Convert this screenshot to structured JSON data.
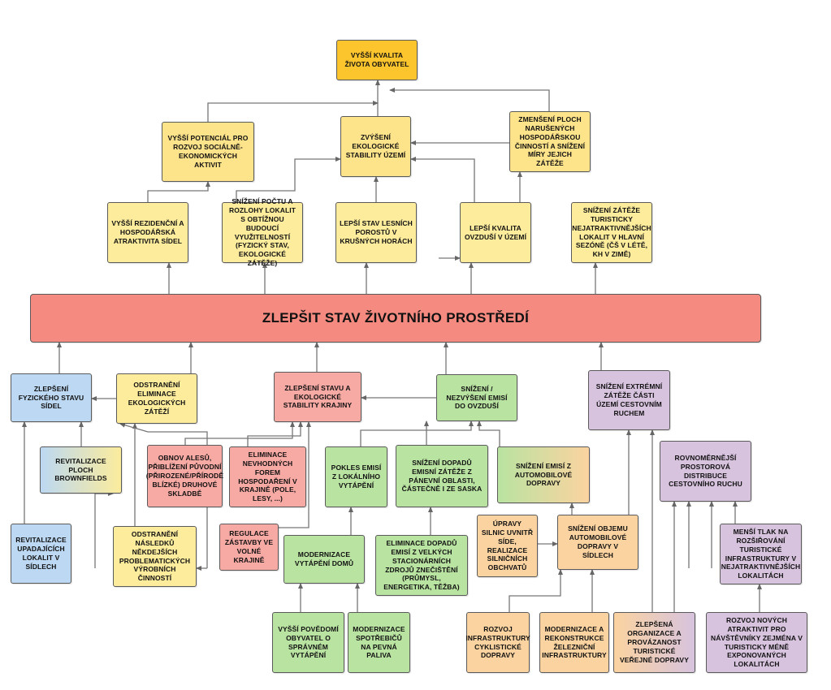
{
  "colors": {
    "top": "#fcc42d",
    "orange_light": "#fde38a",
    "yellow": "#fcec9c",
    "main": "#f58b80",
    "blue": "#bcd8f2",
    "pink": "#f7a9a4",
    "green": "#b9e3a1",
    "purple": "#d7c3de",
    "peach": "#fbd3a0",
    "line": "#666666"
  },
  "boxes": {
    "top_quality": "VYŠŠÍ KVALITA ŽIVOTA OBYVATEL",
    "potential": "VYŠŠÍ POTENCIÁL PRO ROZVOJ SOCIÁLNĚ-EKONOMICKÝCH AKTIVIT",
    "eco_stability": "ZVÝŠENÍ EKOLOGICKÉ STABILITY ÚZEMÍ",
    "reduce_areas": "ZMENŠENÍ PLOCH NARUŠENÝCH HOSPODÁŘSKOU ČINNOSTÍ A SNÍŽENÍ MÍRY JEJICH ZÁTĚŽE",
    "residential": "VYŠŠÍ REZIDENČNÍ A HOSPODÁŘSKÁ ATRAKTIVITA SÍDEL",
    "reduce_sites": "SNÍŽENÍ POČTU A ROZLOHY LOKALIT S OBTÍŽNOU BUDOUCÍ VYUŽITELNOSTÍ (FYZICKÝ STAV, EKOLOGICKÉ ZÁTĚŽE)",
    "forest": "LEPŠÍ STAV LESNÍCH POROSTŮ V KRUŠNÝCH  HORÁCH",
    "air": "LEPŠÍ KVALITA OVZDUŠÍ V ÚZEMÍ",
    "tourist_load": "SNÍŽENÍ ZÁTĚŽE TURISTICKY NEJATRAKTIVNĚJŠÍCH LOKALIT V HLAVNÍ SEZÓNĚ (ČŠ V LÉTĚ, KH V ZIMĚ)",
    "main": "ZLEPŠIT STAV ŽIVOTNÍHO PROSTŘEDÍ",
    "physical": "ZLEPŠENÍ FYZICKÉHO STAVU SÍDEL",
    "remove_burdens": "ODSTRANĚNÍ ELIMINACE EKOLOGICKÝCH ZÁTĚŽÍ",
    "landscape": "ZLEPŠENÍ STAVU A EKOLOGICKÉ STABILITY KRAJINY",
    "emissions": "SNÍŽENÍ / NEZVÝŠENÍ EMISÍ DO OVZDUŠÍ",
    "extreme_tourism": "SNÍŽENÍ EXTRÉMNÍ ZÁTĚŽE ČÁSTI ÚZEMÍ CESTOVNÍM RUCHEM",
    "brownfields": "REVITALIZACE PLOCH BROWNFIELDS",
    "forest_renewal": "OBNOV ALESŮ, PŘIBLÍŽENÍ PŮVODNÍ (PŘIROZENÉ/PŘÍRODĚ BLÍZKÉ) DRUHOVÉ SKLADBĚ",
    "farming": "ELIMINACE NEVHODNÝCH FOREM HOSPODAŘENÍ V KRAJINĚ (POLE, LESY, ...)",
    "local_heating": "POKLES EMISÍ Z LOKÁLNÍHO VYTÁPĚNÍ",
    "basin": "SNÍŽENÍ DOPADŮ EMISNÍ ZÁTĚŽE Z PÁNEVNÍ OBLASTI, ČÁSTEČNĚ I ZE SASKA",
    "car_emissions": "SNÍŽENÍ EMISÍ Z AUTOMOBILOVÉ DOPRAVY",
    "even_tourism": "ROVNOMĚRNĚJŠÍ PROSTOROVÁ DISTRIBUCE CESTOVNÍHO RUCHU",
    "revital_local": "REVITALIZACE UPADAJÍCÍCH LOKALIT V SÍDLECH",
    "remove_consequences": "ODSTRANĚNÍ NÁSLEDKŮ NĚKDEJŠÍCH PROBLEMATICKÝCH VÝROBNÍCH ČINNOSTÍ",
    "regulation": "REGULACE ZÁSTAVBY VE VOLNÉ KRAJINĚ",
    "heating_modern": "MODERNIZACE VYTÁPĚNÍ DOMŮ",
    "large_sources": "ELIMINACE DOPADŮ EMISÍ Z VELKÝCH STACIONÁRNÍCH ZDROJŮ ZNEČIŠTĚNÍ (PRŮMYSL, ENERGETIKA, TĚŽBA)",
    "streets": "ÚPRAVY SILNIC UVNITŘ SÍDE, REALIZACE SILNIČNÍCH OBCHVATŮ",
    "car_volume": "SNÍŽENÍ OBJEMU AUTOMOBILOVÉ DOPRAVY V SÍDLECH",
    "less_pressure": "MENŠÍ TLAK NA ROZŠIŘOVÁNÍ TURISTICKÉ INFRASTRUKTURY V NEJATRAKTIVNĚJŠÍCH LOKALITÁCH",
    "awareness": "VYŠŠÍ POVĚDOMÍ OBYVATEL O SPRÁVNÉM VYTÁPĚNÍ",
    "appliances": "MODERNIZACE SPOTŘEBIČŮ NA PEVNÁ PALIVA",
    "cycling": "ROZVOJ INFRASTRUKTURY CYKLISTICKÉ DOPRAVY",
    "railway": "MODERNIZACE A REKONSTRUKCE ŽELEZNIČNÍ INFRASTRUKTURY",
    "public_transport": "ZLEPŠENÁ ORGANIZACE A PROVÁZANOST TURISTICKÉ VEŘEJNÉ DOPRAVY",
    "new_attractions": "ROZVOJ NOVÝCH ATRAKTIVIT PRO NÁVŠTĚVNÍKY ZEJMÉNA V TURISTICKY MÉNĚ EXPONOVANÝCH LOKALITÁCH"
  }
}
